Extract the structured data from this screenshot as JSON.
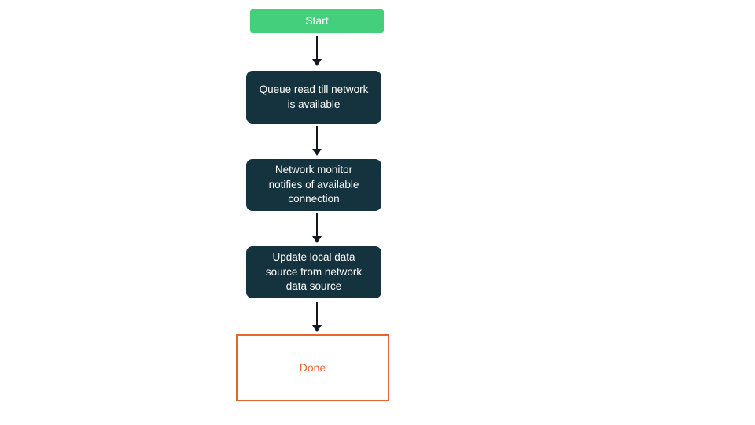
{
  "diagram": {
    "title": "offline-sync-flowchart",
    "nodes": [
      {
        "id": "start",
        "type": "start",
        "label": "Start"
      },
      {
        "id": "queue",
        "type": "process",
        "label": "Queue read till network is available"
      },
      {
        "id": "monitor",
        "type": "process",
        "label": "Network monitor notifies of available connection"
      },
      {
        "id": "update",
        "type": "process",
        "label": "Update local data source from network data source"
      },
      {
        "id": "done",
        "type": "end",
        "label": "Done"
      }
    ],
    "edges": [
      {
        "from": "start",
        "to": "queue",
        "direction": "down"
      },
      {
        "from": "queue",
        "to": "monitor",
        "direction": "down"
      },
      {
        "from": "monitor",
        "to": "update",
        "direction": "down"
      },
      {
        "from": "update",
        "to": "done",
        "direction": "down"
      }
    ],
    "colors": {
      "start_bg": "#43cf7c",
      "process_bg": "#14333e",
      "node_text": "#ffffff",
      "end_border": "#e8642f",
      "end_text": "#e8642f",
      "arrow": "#101820",
      "background": "#ffffff"
    }
  }
}
